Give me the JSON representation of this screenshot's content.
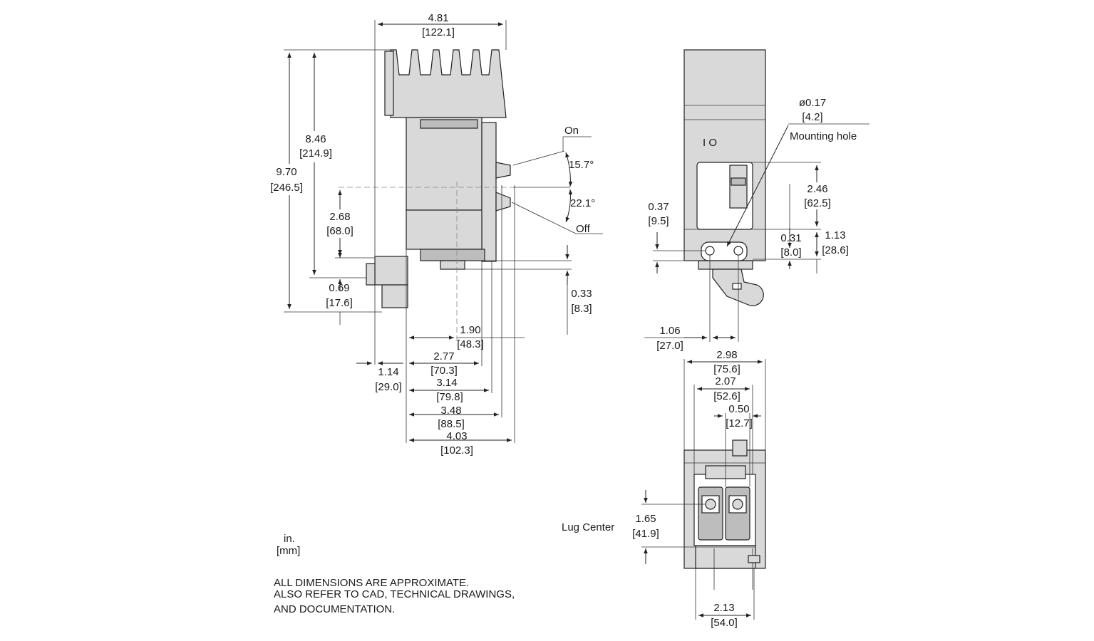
{
  "side_view": {
    "overall_width": {
      "in": "4.81",
      "mm": "[122.1]"
    },
    "height_846": {
      "in": "8.46",
      "mm": "[214.9]"
    },
    "height_970": {
      "in": "9.70",
      "mm": "[246.5]"
    },
    "height_268": {
      "in": "2.68",
      "mm": "[68.0]"
    },
    "height_069": {
      "in": "0.69",
      "mm": "[17.6]"
    },
    "height_033": {
      "in": "0.33",
      "mm": "[8.3]"
    },
    "width_114": {
      "in": "1.14",
      "mm": "[29.0]"
    },
    "width_190": {
      "in": "1.90",
      "mm": "[48.3]"
    },
    "width_277": {
      "in": "2.77",
      "mm": "[70.3]"
    },
    "width_314": {
      "in": "3.14",
      "mm": "[79.8]"
    },
    "width_348": {
      "in": "3.48",
      "mm": "[88.5]"
    },
    "width_403": {
      "in": "4.03",
      "mm": "[102.3]"
    },
    "on_label": "On",
    "off_label": "Off",
    "angle_on": "15.7°",
    "angle_off": "22.1°"
  },
  "front_view": {
    "hole_dia": {
      "in": "ø0.17",
      "mm": "[4.2]"
    },
    "mounting_hole_label": "Mounting hole",
    "symbol_label": "I O",
    "height_246": {
      "in": "2.46",
      "mm": "[62.5]"
    },
    "height_037": {
      "in": "0.37",
      "mm": "[9.5]"
    },
    "height_031": {
      "in": "0.31",
      "mm": "[8.0]"
    },
    "height_113": {
      "in": "1.13",
      "mm": "[28.6]"
    },
    "width_106": {
      "in": "1.06",
      "mm": "[27.0]"
    }
  },
  "bottom_view": {
    "width_298": {
      "in": "2.98",
      "mm": "[75.6]"
    },
    "width_207": {
      "in": "2.07",
      "mm": "[52.6]"
    },
    "width_050": {
      "in": "0.50",
      "mm": "[12.7]"
    },
    "height_165": {
      "in": "1.65",
      "mm": "[41.9]"
    },
    "width_213": {
      "in": "2.13",
      "mm": "[54.0]"
    },
    "lug_center_label": "Lug Center"
  },
  "units": {
    "line1": "in.",
    "line2": "[mm]"
  },
  "notes": {
    "line1": "ALL DIMENSIONS ARE APPROXIMATE.",
    "line2": "ALSO REFER TO CAD, TECHNICAL DRAWINGS,",
    "line3": "AND DOCUMENTATION."
  }
}
